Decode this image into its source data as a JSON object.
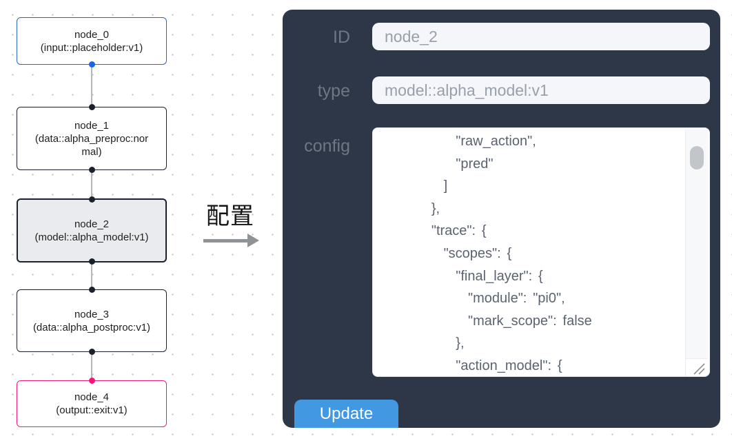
{
  "canvas": {
    "nodes": [
      {
        "title": "node_0",
        "subtitle": "(input::placeholder:v1)",
        "border_color": "#2f62c4",
        "bg": "#ffffff",
        "bottom_port_color": "#1468e8"
      },
      {
        "title": "node_1",
        "subtitle": "(data::alpha_preproc:normal)",
        "border_color": "#1a202c",
        "bg": "#ffffff",
        "top_port_color": "#1a202c",
        "bottom_port_color": "#1a202c"
      },
      {
        "title": "node_2",
        "subtitle": "(model::alpha_model:v1)",
        "border_color": "#1a202c",
        "bg": "#e9ebee",
        "top_port_color": "#1a202c",
        "bottom_port_color": "#1a202c",
        "selected": true
      },
      {
        "title": "node_3",
        "subtitle": "(data::alpha_postproc:v1)",
        "border_color": "#1a202c",
        "bg": "#ffffff",
        "top_port_color": "#1a202c",
        "bottom_port_color": "#1a202c"
      },
      {
        "title": "node_4",
        "subtitle": "(output::exit:v1)",
        "border_color": "#ed1a7f",
        "bg": "#ffffff",
        "top_port_color": "#f01578"
      }
    ]
  },
  "transition": {
    "label": "配置"
  },
  "panel": {
    "id_label": "ID",
    "id_value": "node_2",
    "type_label": "type",
    "type_value": "model::alpha_model:v1",
    "config_label": "config",
    "config_value": "            \"raw_action\",\n            \"pred\"\n          ]\n        },\n        \"trace\": {\n          \"scopes\": {\n            \"final_layer\": {\n              \"module\": \"pi0\",\n              \"mark_scope\": false\n            },\n            \"action_model\": {",
    "update_label": "Update"
  },
  "colors": {
    "panel_bg": "#2d3748",
    "panel_label": "#6f7684",
    "input_bg": "#f5f6f9",
    "input_text": "#99a0ab",
    "config_text": "#5b6370",
    "update_button": "#4299e1",
    "node_default_border": "#1a202c",
    "node_input_border": "#2f62c4",
    "node_output_border": "#ed1a7f",
    "selected_node_bg": "#e9ebee",
    "input_port": "#1468e8",
    "output_port": "#f01578",
    "edge": "#b4b7bb",
    "grid_dot": "#c9cbd0"
  }
}
